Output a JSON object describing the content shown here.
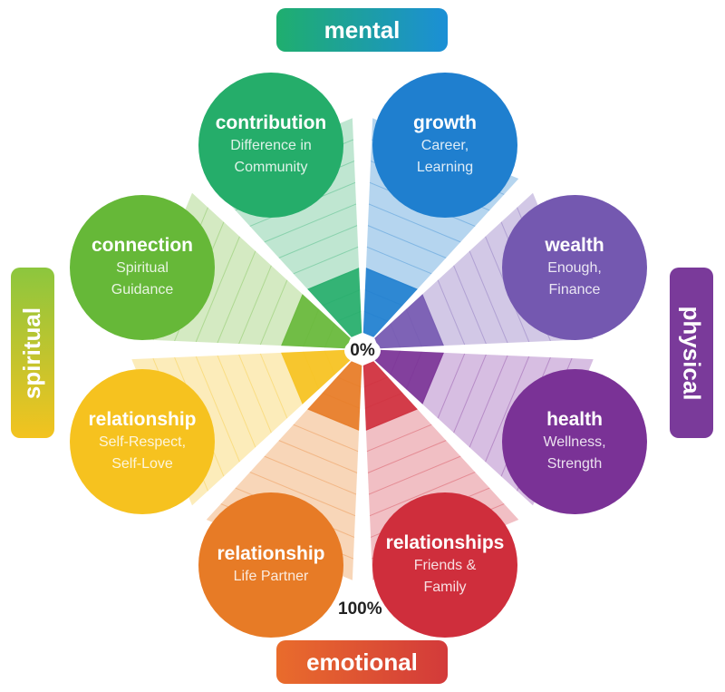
{
  "center_label": "0%",
  "max_label": "100%",
  "categories": {
    "mental": "mental",
    "physical": "physical",
    "emotional": "emotional",
    "spiritual": "spiritual"
  },
  "segments": [
    {
      "key": "growth",
      "title": "growth",
      "line1": "Career,",
      "line2": "Learning",
      "color": "#1f7fcf",
      "fan": "#9cc7ea"
    },
    {
      "key": "wealth",
      "title": "wealth",
      "line1": "Enough,",
      "line2": "Finance",
      "color": "#7458b0",
      "fan": "#c3b6de"
    },
    {
      "key": "health",
      "title": "health",
      "line1": "Wellness,",
      "line2": "Strength",
      "color": "#7a3296",
      "fan": "#c9a8d8"
    },
    {
      "key": "relationships",
      "title": "relationships",
      "line1": "Friends &",
      "line2": "Family",
      "color": "#cf2e3c",
      "fan": "#ecaab0"
    },
    {
      "key": "partner",
      "title": "relationship",
      "line1": "Life Partner",
      "line2": "",
      "color": "#e77b26",
      "fan": "#f6c8a0"
    },
    {
      "key": "self",
      "title": "relationship",
      "line1": "Self-Respect,",
      "line2": "Self-Love",
      "color": "#f6c21f",
      "fan": "#fbe5a3"
    },
    {
      "key": "connection",
      "title": "connection",
      "line1": "Spiritual",
      "line2": "Guidance",
      "color": "#66b838",
      "fan": "#c5e3ad"
    },
    {
      "key": "contribution",
      "title": "contribution",
      "line1": "Difference in",
      "line2": "Community",
      "color": "#25ad6a",
      "fan": "#a9dec2"
    }
  ],
  "colors": {
    "mental_a": "#1fae6e",
    "mental_b": "#1b8fd6",
    "physical": "#7a3a9a",
    "emotional_a": "#e96c2c",
    "emotional_b": "#d33a3a",
    "spiritual_a": "#f3c31f",
    "spiritual_b": "#8cc63e"
  }
}
